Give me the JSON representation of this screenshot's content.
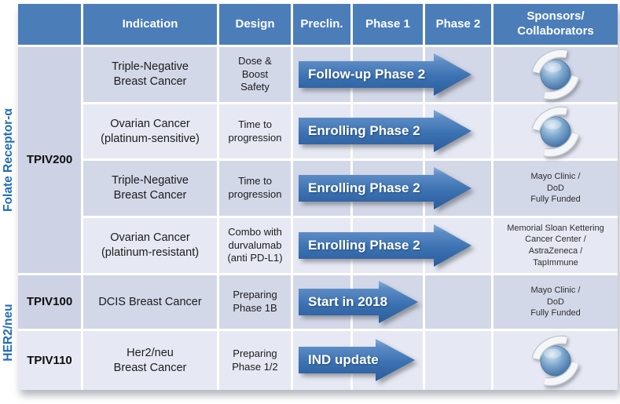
{
  "header": {
    "columns": [
      "",
      "Indication",
      "Design",
      "Preclin.",
      "Phase 1",
      "Phase 2",
      "Sponsors/\nCollaborators"
    ]
  },
  "group_labels": {
    "folate": "Folate Receptor-α",
    "her2": "HER2/neu"
  },
  "rows": [
    {
      "program": "TPIV200",
      "indication": "Triple-Negative\nBreast Cancer",
      "design": "Dose &\nBoost\nSafety",
      "status": "Follow-up Phase 2",
      "status_extent": "through Phase 2",
      "sponsor_icon": "tapimmune-sphere-logo"
    },
    {
      "indication": "Ovarian Cancer\n(platinum-sensitive)",
      "design": "Time to\nprogression",
      "status": "Enrolling Phase 2",
      "status_extent": "through Phase 2",
      "sponsor_icon": "tapimmune-sphere-logo"
    },
    {
      "indication": "Triple-Negative\nBreast Cancer",
      "design": "Time to\nprogression",
      "status": "Enrolling Phase 2",
      "status_extent": "through Phase 2",
      "sponsor": "Mayo Clinic /\nDoD\nFully Funded"
    },
    {
      "indication": "Ovarian Cancer\n(platinum-resistant)",
      "design": "Combo with\ndurvalumab\n(anti PD-L1)",
      "status": "Enrolling Phase 2",
      "status_extent": "through Phase 2",
      "sponsor": "Memorial Sloan Kettering\nCancer Center /\nAstraZeneca /\nTapImmune"
    },
    {
      "program": "TPIV100",
      "indication": "DCIS Breast Cancer",
      "design": "Preparing\nPhase 1B",
      "status": "Start in 2018",
      "status_extent": "into Phase 1",
      "sponsor": "Mayo Clinic /\nDoD\nFully Funded"
    },
    {
      "program": "TPIV110",
      "indication": "Her2/neu\nBreast Cancer",
      "design": "Preparing\nPhase 1/2",
      "status": "IND update",
      "status_extent": "into Phase 1",
      "sponsor_icon": "tapimmune-sphere-logo"
    }
  ],
  "colors": {
    "header_bg": "#4b7db9",
    "row_dark": "#d3d8e8",
    "row_light": "#e6e9f3",
    "program_col": "#cdd3e4",
    "arrow_blue_top": "#85abd8",
    "arrow_blue_bottom": "#2b5c9b",
    "group_label_blue": "#1f6db8"
  }
}
